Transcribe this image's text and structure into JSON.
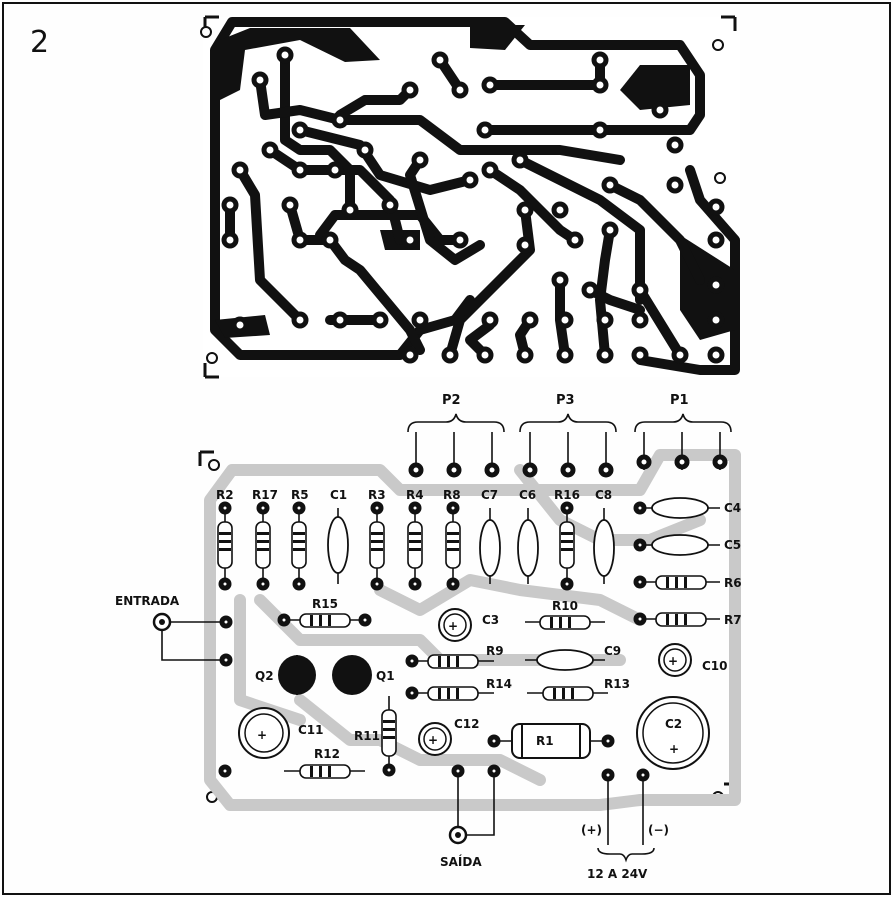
{
  "figure": {
    "number": "2"
  },
  "labels": {
    "p1": "P1",
    "p2": "P2",
    "p3": "P3",
    "r2": "R2",
    "r17": "R17",
    "r5": "R5",
    "c1": "C1",
    "r3": "R3",
    "r4": "R4",
    "r8": "R8",
    "c7": "C7",
    "c6": "C6",
    "r16": "R16",
    "c8": "C8",
    "c4": "C4",
    "c5": "C5",
    "r6": "R6",
    "r7": "R7",
    "r15": "R15",
    "c3": "C3",
    "r10": "R10",
    "r9": "R9",
    "c9": "C9",
    "c10": "C10",
    "r14": "R14",
    "r13": "R13",
    "q1": "Q1",
    "q2": "Q2",
    "c11": "C11",
    "r11": "R11",
    "c12": "C12",
    "r12": "R12",
    "r1": "R1",
    "c2": "C2",
    "plus": "+",
    "entrada": "ENTRADA",
    "saida": "SAÍDA",
    "supply_plus": "(+)",
    "supply_minus": "(−)",
    "supply_voltage": "12  A 24V"
  }
}
